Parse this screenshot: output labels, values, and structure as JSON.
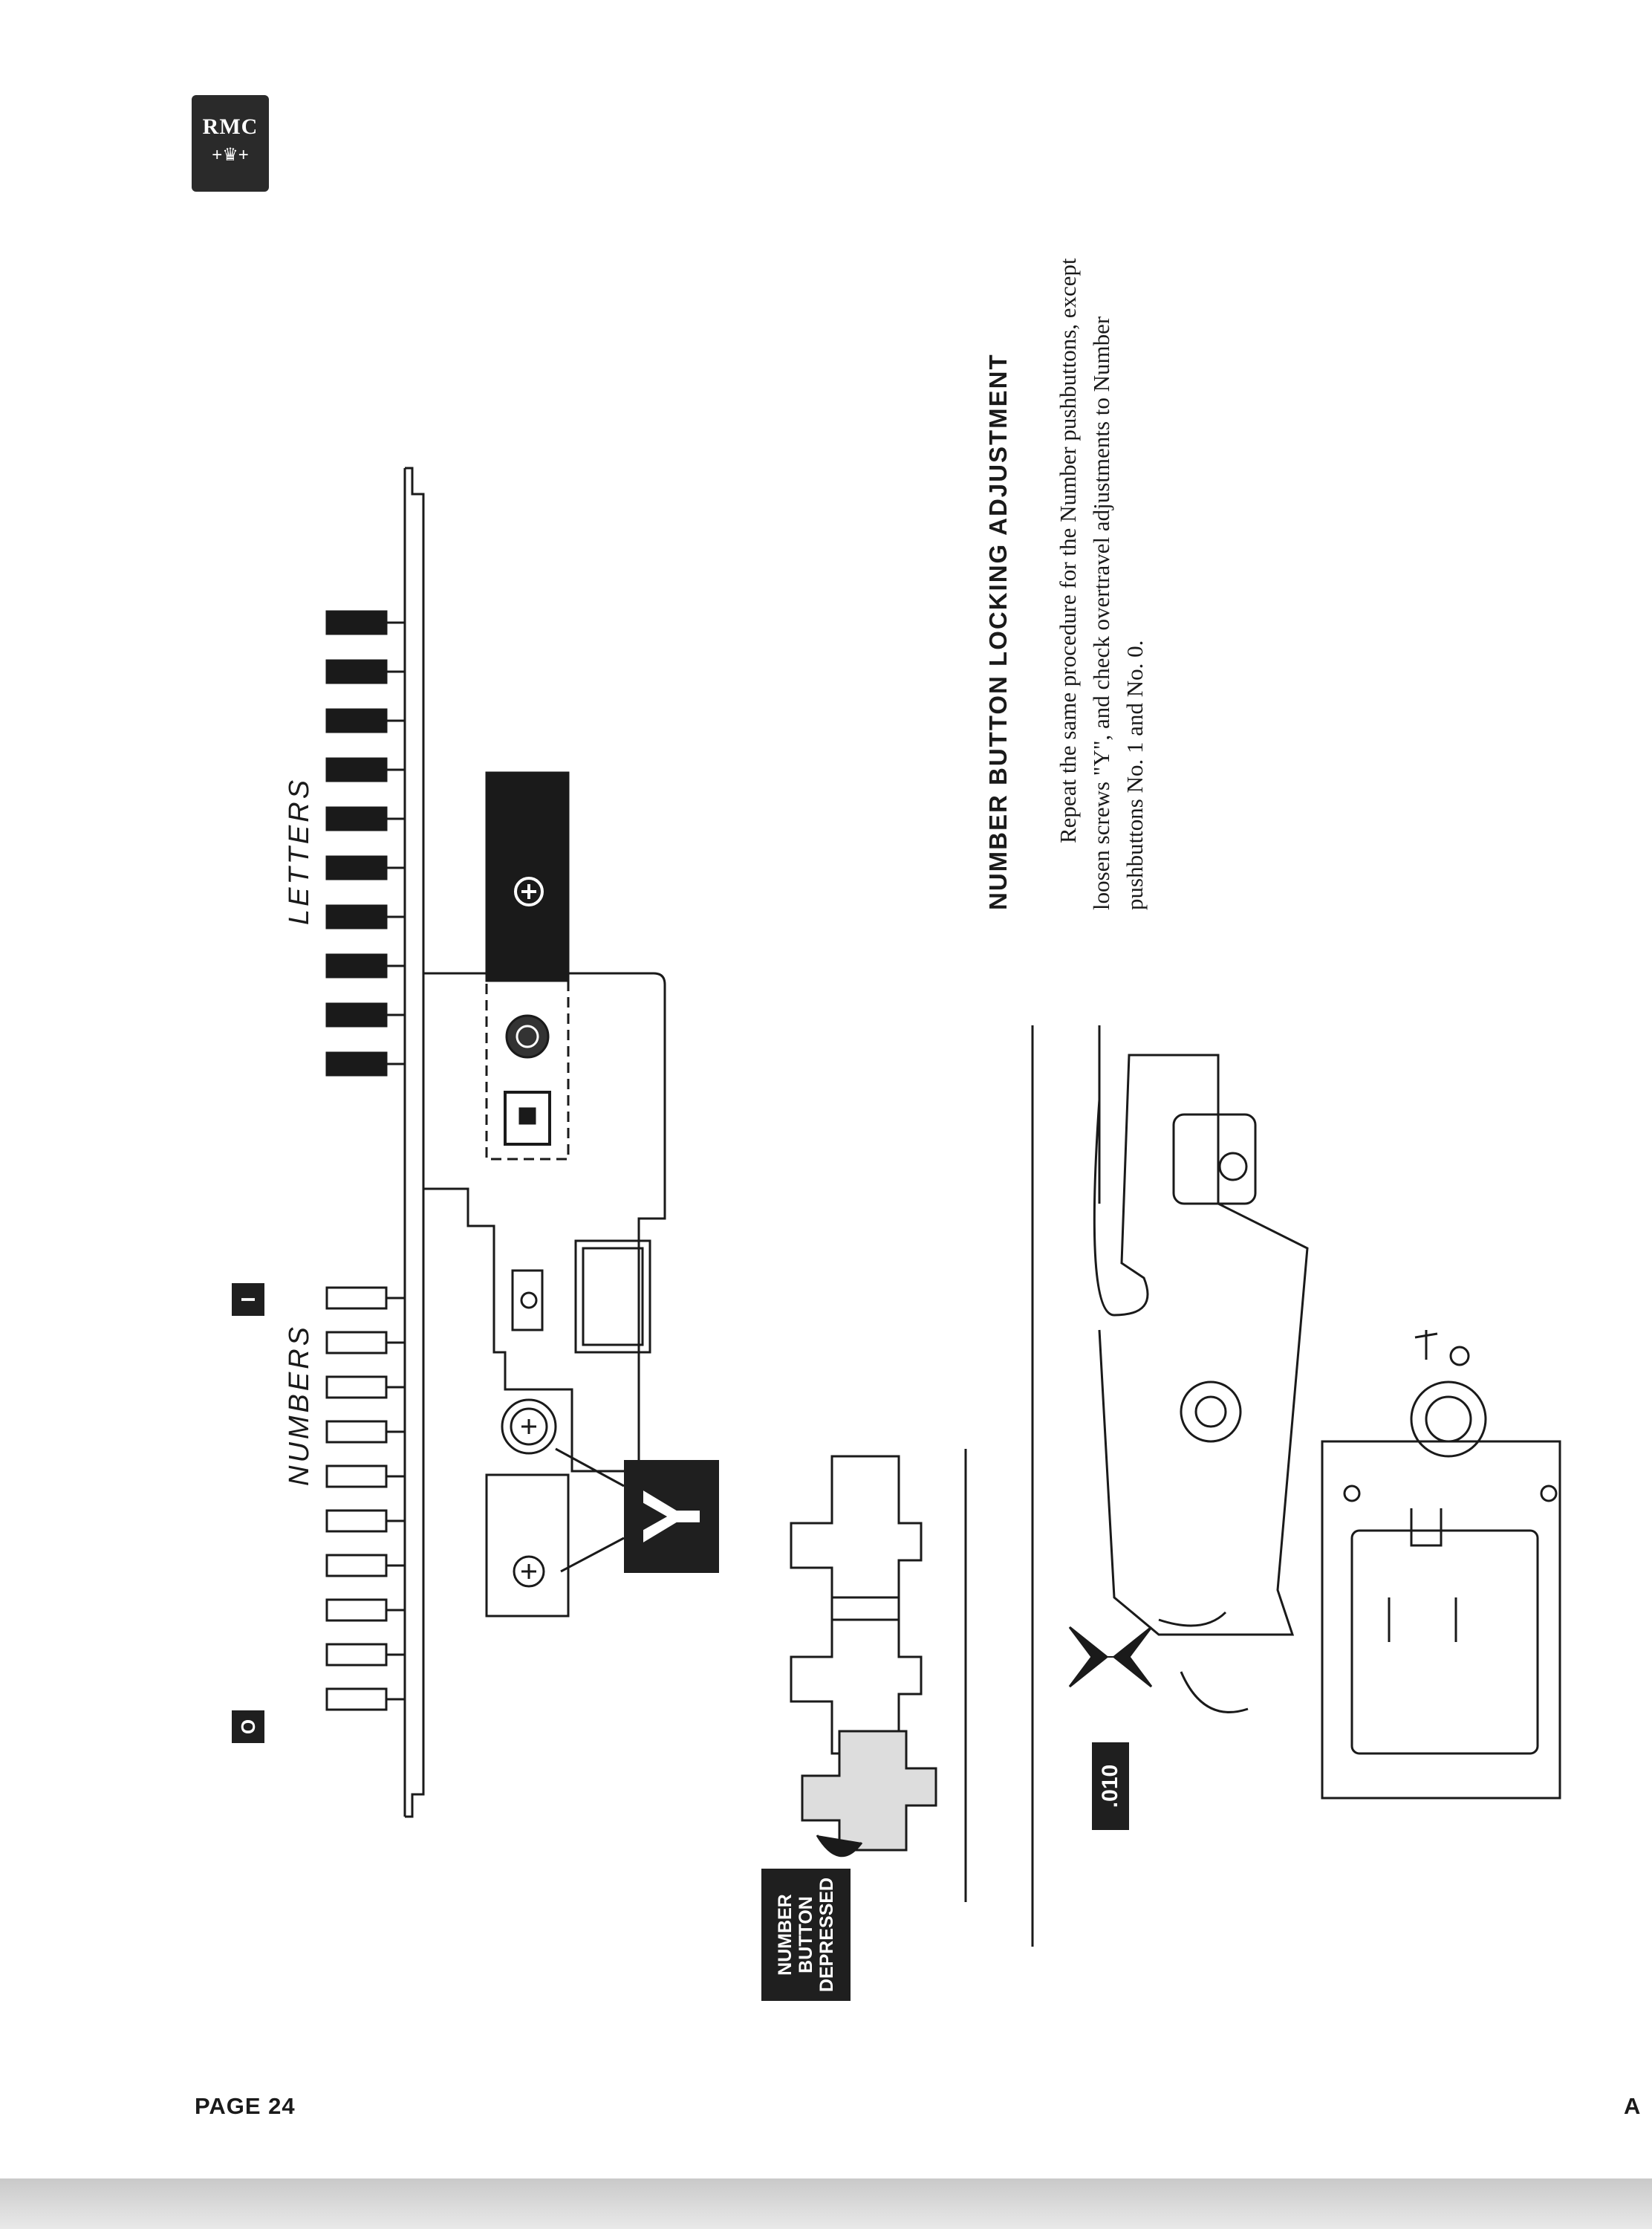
{
  "logo": {
    "text": "RMC",
    "crown": "+♛+"
  },
  "heading": "NUMBER BUTTON LOCKING ADJUSTMENT",
  "body": "Repeat the same procedure for the Number pushbuttons, except loosen screws \"Y\", and check overtravel adjustments to Number pushbuttons No. 1 and No. 0.",
  "diagram": {
    "label_letters": "LETTERS",
    "label_numbers": "NUMBERS",
    "badge_zero": "O",
    "badge_one": "I",
    "badge_y": "Y",
    "gap_label": ".010",
    "depressed_lines": [
      "NUMBER",
      "BUTTON",
      "DEPRESSED"
    ]
  },
  "footer": {
    "page": "PAGE 24",
    "right": "A"
  }
}
